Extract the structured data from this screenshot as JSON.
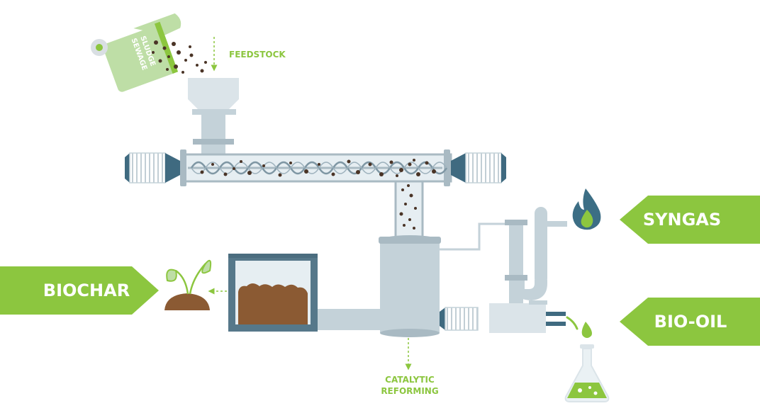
{
  "diagram": {
    "title": "Sewage sludge pyrolysis process",
    "feedstock_bag_text": [
      "SEWAGE",
      "SLUDGE"
    ],
    "labels": {
      "feedstock": "FEEDSTOCK",
      "catalytic_line1": "CATALYTIC",
      "catalytic_line2": "REFORMING"
    },
    "outputs": {
      "syngas": "SYNGAS",
      "bio_oil": "BIO-OIL",
      "biochar": "BIOCHAR"
    }
  },
  "colors": {
    "green": "#8cc63f",
    "light_green": "#bedea6",
    "steel": "#c4d2d9",
    "steel_dark": "#a9bac3",
    "steel_light": "#dbe4e9",
    "motor": "#3f6a80",
    "frame": "#56788a",
    "char": "#8b5a33",
    "flame": "#3c6e85"
  }
}
